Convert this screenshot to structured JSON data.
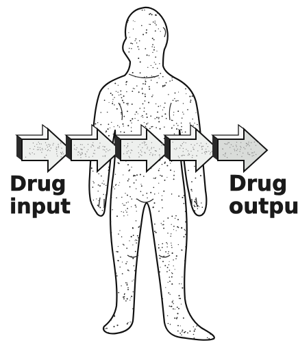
{
  "diagram": {
    "labels": {
      "input_line1": "Drug",
      "input_line2": "input",
      "output_line1": "Drug",
      "output_line2": "output"
    },
    "icons": {
      "body": "human-body-silhouette",
      "arrows": [
        "block-arrow",
        "block-arrow",
        "block-arrow",
        "block-arrow",
        "block-arrow"
      ]
    },
    "colors": {
      "outline": "#111111",
      "arrow_fill_light": "#eef0ee",
      "arrow_fill_dark": "#d9dcd9",
      "arrow_side": "#2a2a2a",
      "stipple": "#222222"
    }
  }
}
